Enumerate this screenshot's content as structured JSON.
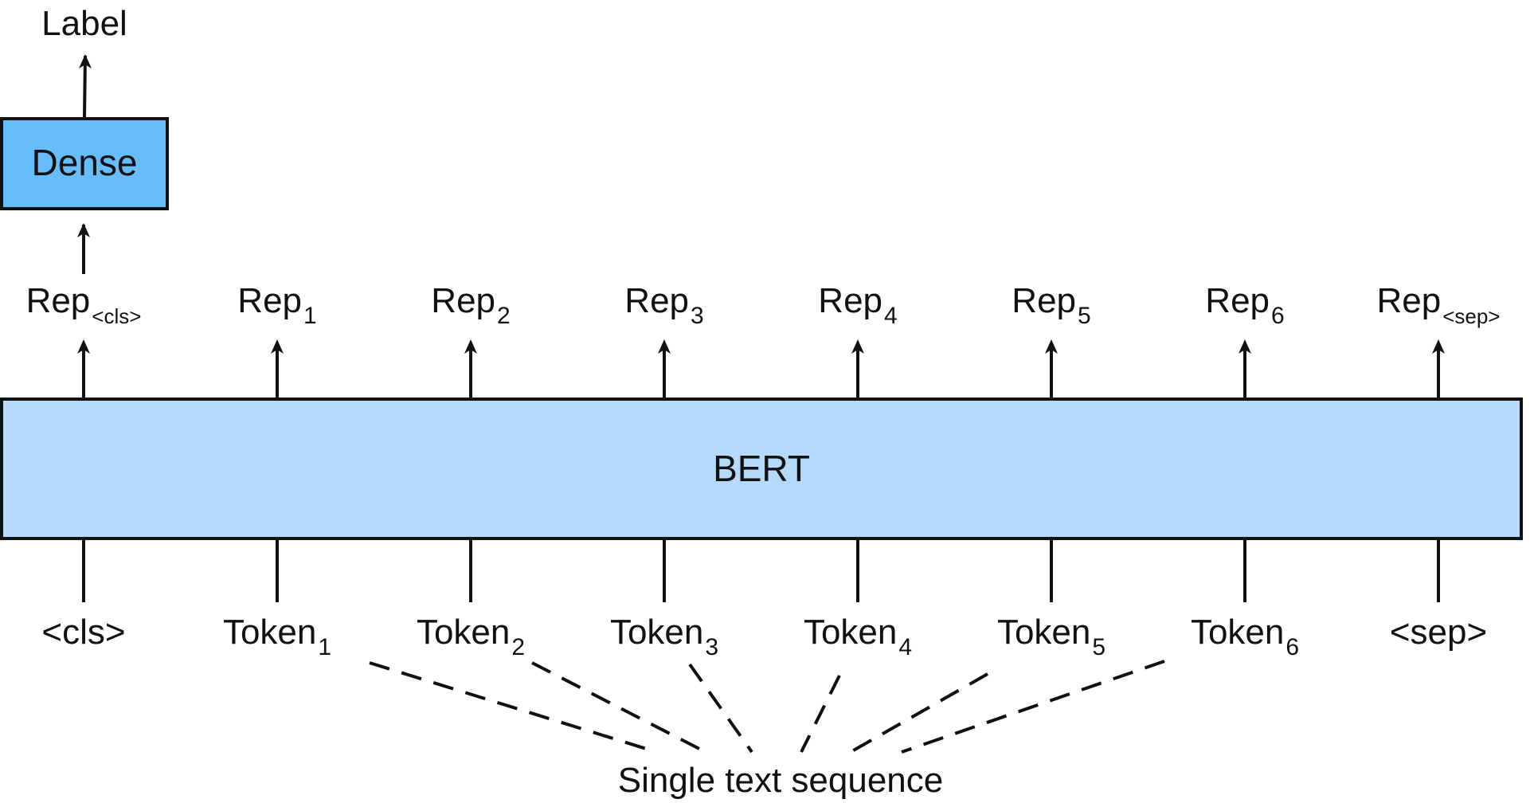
{
  "diagram": {
    "label": "Label",
    "dense": "Dense",
    "bert": "BERT",
    "bottom_caption": "Single text sequence",
    "reps": [
      {
        "base": "Rep",
        "sub": "<cls>"
      },
      {
        "base": "Rep",
        "sub": "1"
      },
      {
        "base": "Rep",
        "sub": "2"
      },
      {
        "base": "Rep",
        "sub": "3"
      },
      {
        "base": "Rep",
        "sub": "4"
      },
      {
        "base": "Rep",
        "sub": "5"
      },
      {
        "base": "Rep",
        "sub": "6"
      },
      {
        "base": "Rep",
        "sub": "<sep>"
      }
    ],
    "tokens": [
      {
        "base": "<cls>",
        "sub": ""
      },
      {
        "base": "Token",
        "sub": "1"
      },
      {
        "base": "Token",
        "sub": "2"
      },
      {
        "base": "Token",
        "sub": "3"
      },
      {
        "base": "Token",
        "sub": "4"
      },
      {
        "base": "Token",
        "sub": "5"
      },
      {
        "base": "Token",
        "sub": "6"
      },
      {
        "base": "<sep>",
        "sub": ""
      }
    ],
    "colors": {
      "dense_fill": "#66bdf9",
      "bert_fill": "#b5dafc",
      "stroke": "#111111"
    }
  }
}
